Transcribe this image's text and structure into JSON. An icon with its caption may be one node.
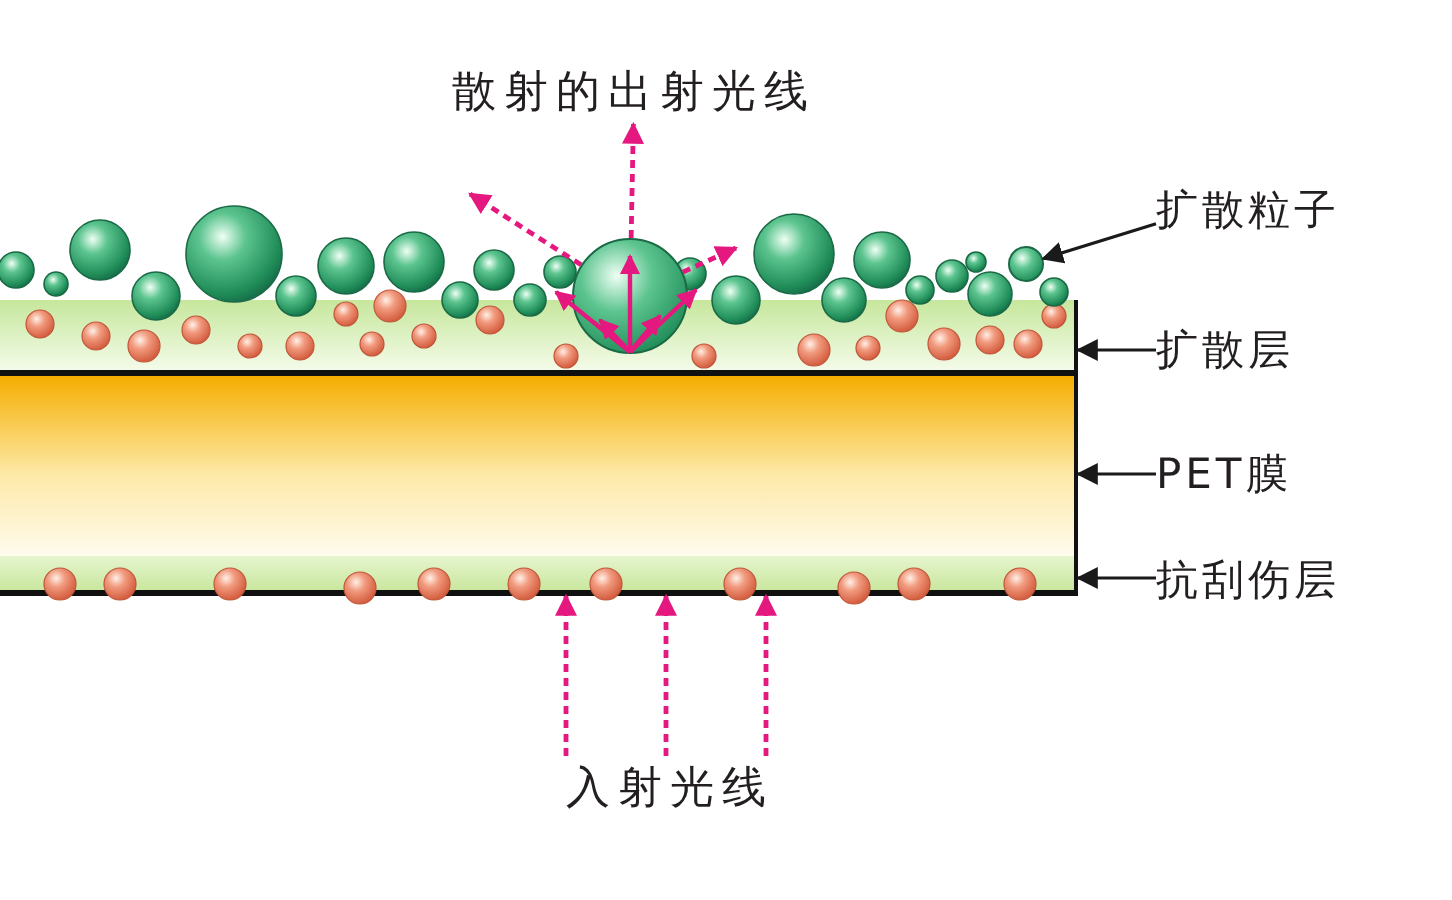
{
  "diagram": {
    "nodes": [
      {
        "text": [
          "散射的出射光线"
        ]
      },
      {
        "text": [],
        "shape": "circle"
      },
      {
        "text": [],
        "shape": "circle"
      },
      {
        "text": [
          "扩散粒子"
        ]
      },
      {
        "text": [],
        "shape": "bar"
      },
      {
        "text": [
          "扩散层"
        ]
      },
      {
        "text": [],
        "shape": "bar"
      },
      {
        "text": [
          "PET膜"
        ]
      },
      {
        "text": [],
        "shape": "bar"
      },
      {
        "text": [
          "抗刮伤层"
        ]
      },
      {
        "text": [
          "入射光线"
        ]
      }
    ],
    "edges": [
      {
        "from": 1,
        "to": 0,
        "arrow": "to",
        "style": "dashed"
      },
      {
        "from": 1,
        "to": null,
        "arrow": "to",
        "style": "dashed"
      },
      {
        "from": 1,
        "to": null,
        "arrow": "to",
        "style": "dashed"
      },
      {
        "from": 3,
        "to": 2,
        "arrow": "to",
        "color": "#1a1a1a"
      },
      {
        "from": 5,
        "to": 4,
        "arrow": "to",
        "color": "#1a1a1a"
      },
      {
        "from": 7,
        "to": 6,
        "arrow": "to",
        "color": "#1a1a1a"
      },
      {
        "from": 9,
        "to": 8,
        "arrow": "to",
        "color": "#1a1a1a"
      },
      {
        "from": 10,
        "to": 8,
        "arrow": "to",
        "style": "dashed"
      },
      {
        "from": 10,
        "to": 8,
        "arrow": "to",
        "style": "dashed"
      },
      {
        "from": 10,
        "to": 8,
        "arrow": "to",
        "style": "dashed"
      }
    ]
  }
}
